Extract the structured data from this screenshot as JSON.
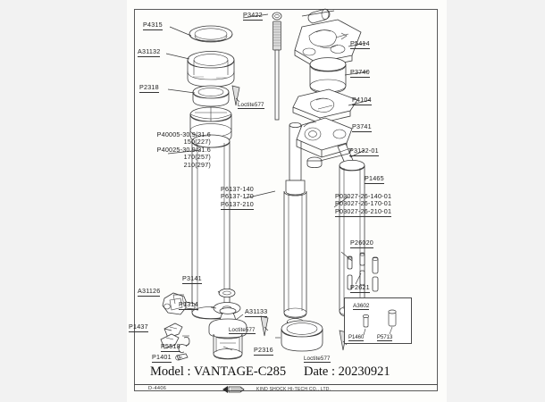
{
  "document": {
    "type": "exploded-parts-diagram",
    "drawing_number": "D-4406",
    "company": "KIND SHOCK HI-TECH CO., LTD.",
    "title_block": {
      "model_label": "Model : VANTAGE-C285",
      "date_label": "Date : 20230921"
    }
  },
  "callouts": {
    "p4315": "P4315",
    "a31132": "A31132",
    "p2318": "P2318",
    "p3422": "P3422",
    "p5414": "P5414",
    "p3740": "P3740",
    "p4104": "P4104",
    "p3741": "P3741",
    "p3132_01": "P3132-01",
    "p1465": "P1465",
    "tube_block": "P40005-30.9/31.6\n150(227)\nP40025-30.9/31.6\n170(257)\n210(297)",
    "p6137_block": "P6137-140\nP6137-170\nP6137-210",
    "p03027_block": "P03027-26-140-01\nP03027-26-170-01\nP03027-26-210-01",
    "p26020": "P26020",
    "p2621": "P2621",
    "p3141": "P3141",
    "a31126": "A31126",
    "p1314": "P1314",
    "a31133": "A31133",
    "p1437": "P1437",
    "p5518": "P5518",
    "p1401": "P1401",
    "p2316": "P2316",
    "loctite_1": "Loctite577",
    "loctite_2": "Loctite577",
    "loctite_3": "Loctite577"
  },
  "inset": {
    "title": "A3602",
    "left_label": "P1460",
    "right_label": "P5713"
  },
  "colors": {
    "page_background": "#f2f2f2",
    "sheet_background": "#fdfdfb",
    "line": "#3a3a3a",
    "border": "#5a5a5a",
    "text": "#1b1b1b"
  }
}
